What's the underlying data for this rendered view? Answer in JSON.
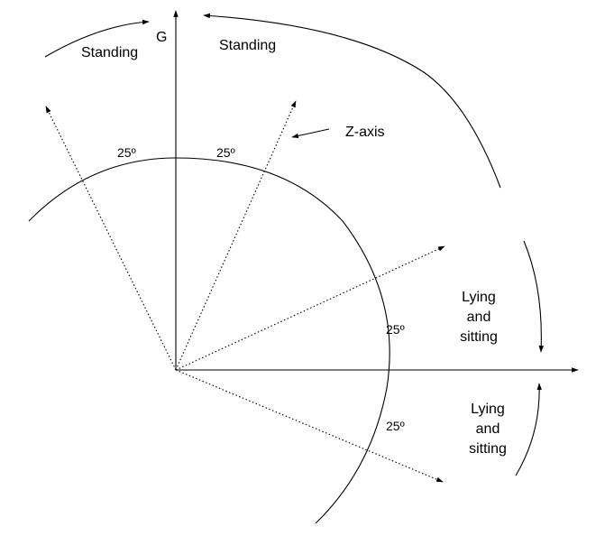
{
  "labels": {
    "g_axis": "G",
    "z_axis": "Z-axis",
    "standing_left": "Standing",
    "standing_right": "Standing",
    "lying_upper_line1": "Lying",
    "lying_upper_line2": "and",
    "lying_upper_line3": "sitting",
    "lying_lower_line1": "Lying",
    "lying_lower_line2": "and",
    "lying_lower_line3": "sitting"
  },
  "angles": {
    "left_of_vertical": "25º",
    "right_of_vertical": "25º",
    "above_horizontal": "25º",
    "below_horizontal": "25º"
  },
  "colors": {
    "stroke": "#000000",
    "background": "#ffffff"
  }
}
